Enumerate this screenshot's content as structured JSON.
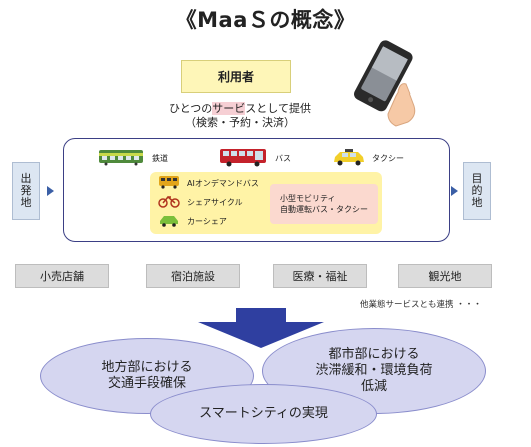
{
  "title": "《MaaＳの概念》",
  "user_label": "利用者",
  "provide_prefix": "ひとつの",
  "provide_highlight": "サービ",
  "provide_suffix": "スとして提供",
  "provide_sub": "（検索・予約・決済）",
  "origin": "出\n発\n地",
  "destination": "目\n的\n地",
  "modes": {
    "rail": "鉄道",
    "bus": "バス",
    "taxi": "タクシー",
    "ai_bus": "AIオンデマンドバス",
    "cycle": "シェアサイクル",
    "car": "カーシェア",
    "mobility_line1": "小型モビリティ",
    "mobility_line2": "自動運転バス・タクシー"
  },
  "facilities": [
    "小売店舗",
    "宿泊施設",
    "医療・福祉",
    "観光地"
  ],
  "note": "他業態サービスとも連携 ・・・",
  "outcomes": {
    "rural_line1": "地方部における",
    "rural_line2": "交通手段確保",
    "urban_line1": "都市部における",
    "urban_line2": "渋滞緩和・環境負荷",
    "urban_line3": "低減",
    "smartcity": "スマートシティの実現"
  },
  "colors": {
    "frame": "#3b3f85",
    "user_box": "#fef6b8",
    "yellow_area": "#fff3a6",
    "pink_area": "#fbd9cf",
    "side_box": "#dce6f2",
    "facility_box": "#dcdcdc",
    "big_arrow": "#2f3fa0",
    "ellipse": "#d5d6f0"
  },
  "icons": [
    "smartphone-hand-icon",
    "train-icon",
    "bus-icon",
    "taxi-icon",
    "ai-bus-icon",
    "bicycle-icon",
    "car-icon"
  ]
}
